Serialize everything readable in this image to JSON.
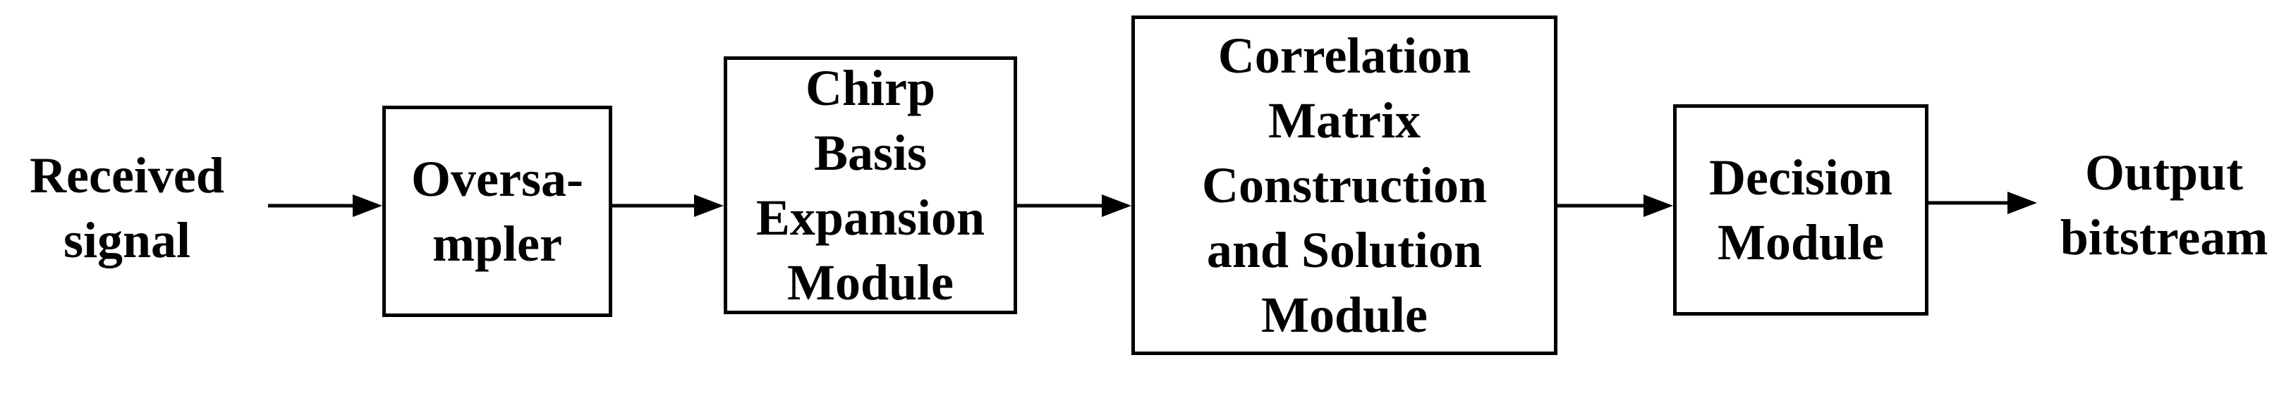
{
  "input": {
    "lines": [
      "Received",
      "signal"
    ]
  },
  "output": {
    "lines": [
      "Output",
      "bitstream"
    ]
  },
  "blocks": [
    {
      "id": "oversampler",
      "lines": [
        "Oversa-",
        "mpler"
      ]
    },
    {
      "id": "chirp-basis-expansion",
      "lines": [
        "Chirp",
        "Basis",
        "Expansion",
        "Module"
      ]
    },
    {
      "id": "correlation-matrix",
      "lines": [
        "Correlation",
        "Matrix",
        "Construction",
        "and Solution",
        "Module"
      ]
    },
    {
      "id": "decision",
      "lines": [
        "Decision",
        "Module"
      ]
    }
  ]
}
